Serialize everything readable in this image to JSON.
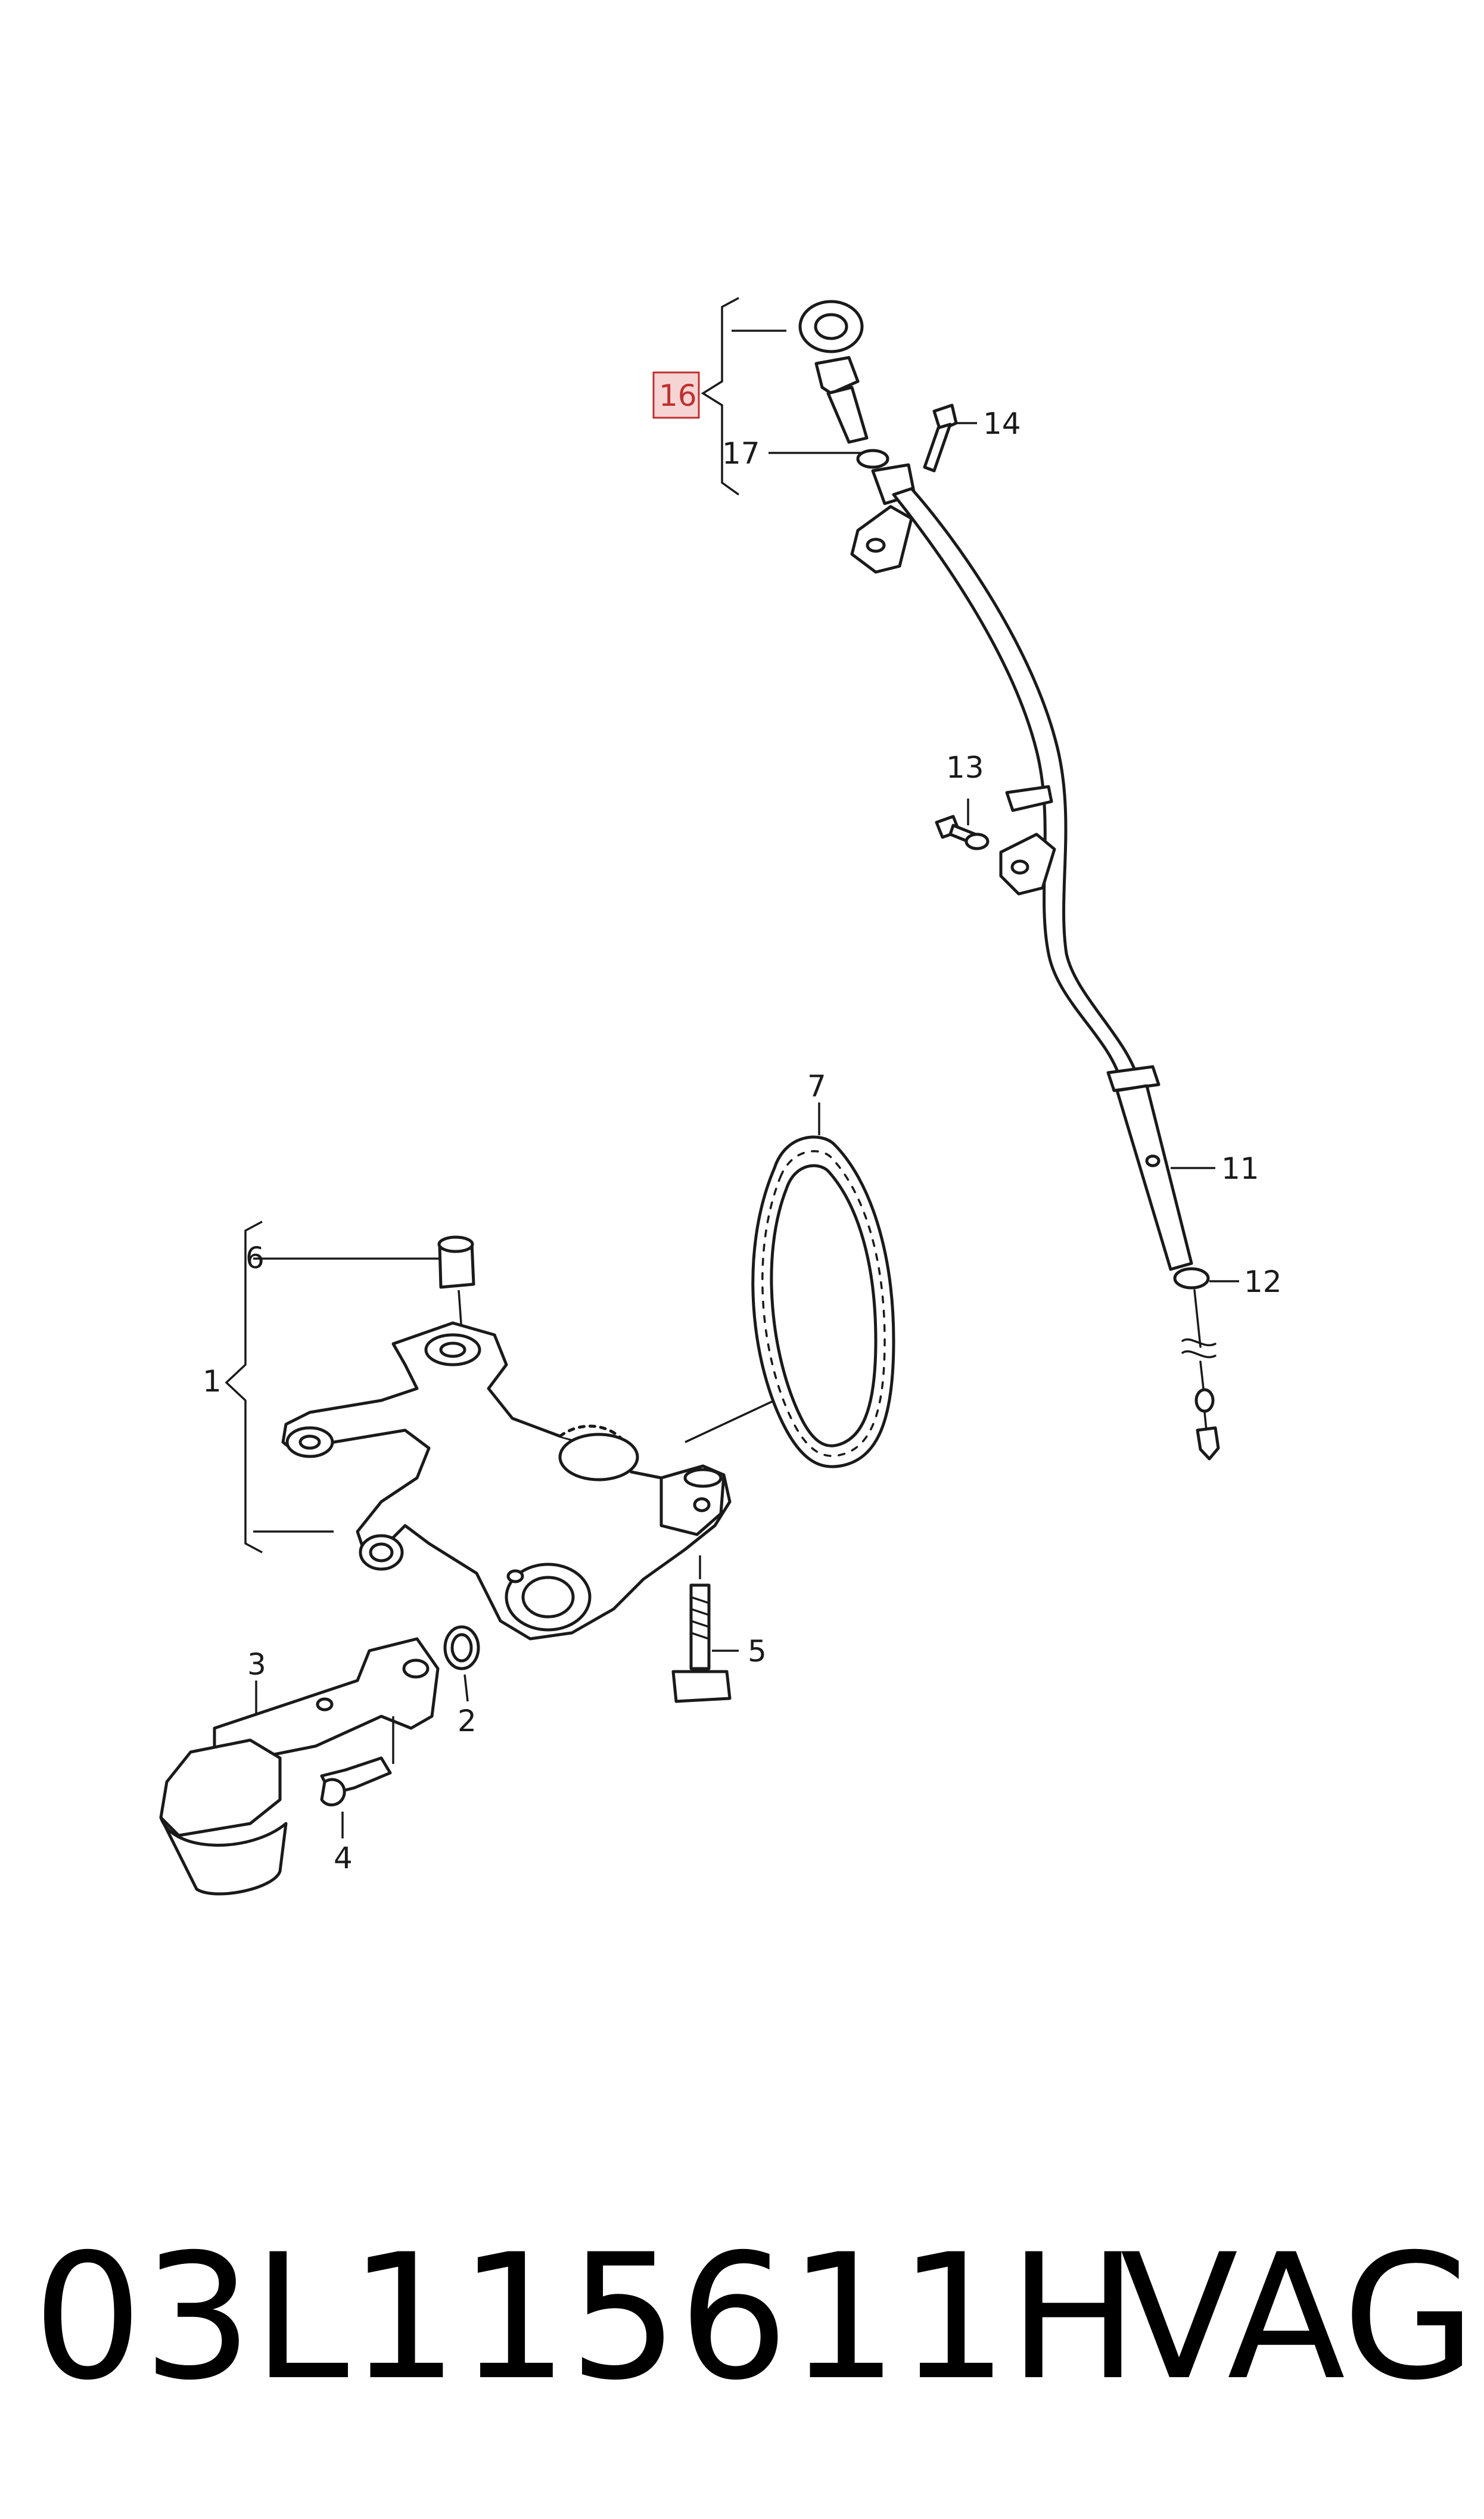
{
  "part_number": "03L115611H",
  "brand": "VAG",
  "callouts": [
    "1",
    "2",
    "3",
    "4",
    "5",
    "6",
    "7",
    "11",
    "12",
    "13",
    "14",
    "16",
    "17"
  ],
  "highlighted_callout": "16",
  "colors": {
    "line": "#1a1a1a",
    "highlight": "#c03030",
    "highlight_box": "#f7d4d4"
  }
}
